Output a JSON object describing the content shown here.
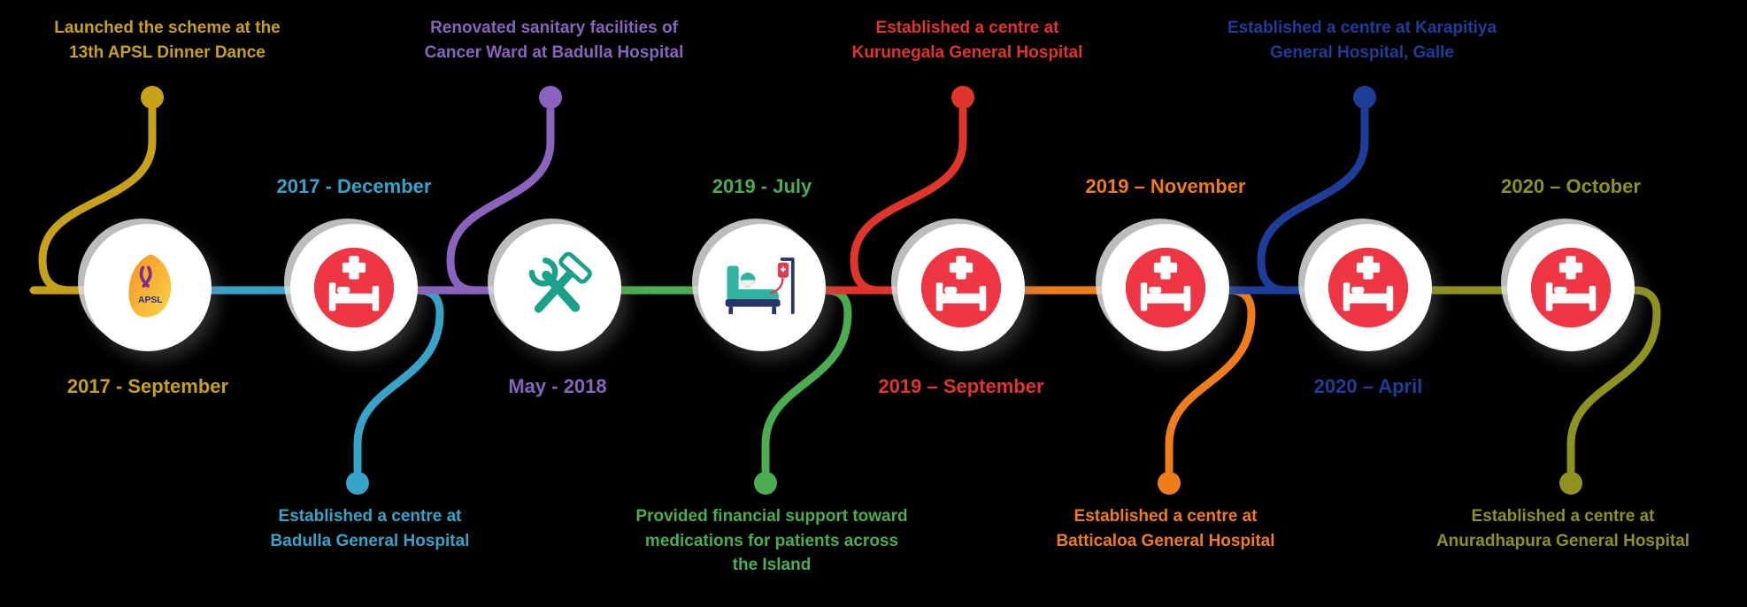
{
  "canvas": {
    "background": "#000000"
  },
  "nodes": [
    {
      "date": "2017 - September",
      "date_side": "bottom",
      "color": "#C7A117",
      "icon": "sri-lanka-map-apsl",
      "desc_side": "top",
      "desc_lines": [
        "Launched the scheme at the",
        "13th APSL Dinner Dance"
      ]
    },
    {
      "date": "2017 - December",
      "date_side": "top",
      "color": "#38A3C8",
      "icon": "hospital-bed",
      "desc_side": "bottom",
      "desc_lines": [
        "Established a centre at",
        "Badulla General Hospital"
      ]
    },
    {
      "date": "May - 2018",
      "date_side": "bottom",
      "color": "#8A63BE",
      "icon": "tools",
      "desc_side": "top",
      "desc_lines": [
        "Renovated sanitary facilities of",
        "Cancer Ward at Badulla Hospital"
      ]
    },
    {
      "date": "2019 - July",
      "date_side": "top",
      "color": "#4BAD4F",
      "icon": "patient-iv",
      "desc_side": "bottom",
      "desc_lines": [
        "Provided financial support toward",
        "medications for patients across",
        "the Island"
      ]
    },
    {
      "date": "2019 – September",
      "date_side": "bottom",
      "color": "#E0352B",
      "icon": "hospital-bed",
      "desc_side": "top",
      "desc_lines": [
        "Established a centre at",
        "Kurunegala General Hospital"
      ]
    },
    {
      "date": "2019 – November",
      "date_side": "top",
      "color": "#EF7D1C",
      "icon": "hospital-bed",
      "desc_side": "bottom",
      "desc_lines": [
        "Established a centre at",
        "Batticaloa General Hospital"
      ]
    },
    {
      "date": "2020 – April",
      "date_side": "bottom",
      "color": "#1E3D99",
      "icon": "hospital-bed",
      "desc_side": "top",
      "desc_lines": [
        "Established a centre at Karapitiya",
        "General Hospital, Galle"
      ]
    },
    {
      "date": "2020 – October",
      "date_side": "top",
      "color": "#8F921E",
      "icon": "hospital-bed",
      "desc_side": "bottom",
      "desc_lines": [
        "Established a centre at",
        "Anuradhapura General Hospital"
      ]
    }
  ],
  "icons": {
    "hospital_bed": {
      "disc": "#EE3645",
      "glyph": "#FFFFFF"
    },
    "tools": {
      "stroke": "#1BA089"
    },
    "sri_lanka_map": {
      "fill_start": "#F69220",
      "fill_end": "#FBD34A",
      "ribbon": "#7B2D8B",
      "label": "APSL",
      "label_color": "#203087"
    },
    "patient_iv": {
      "bed": "#2FB3A3",
      "accent": "#27356A",
      "bag": "#E23B4B",
      "skin": "#F6CDA6"
    }
  }
}
